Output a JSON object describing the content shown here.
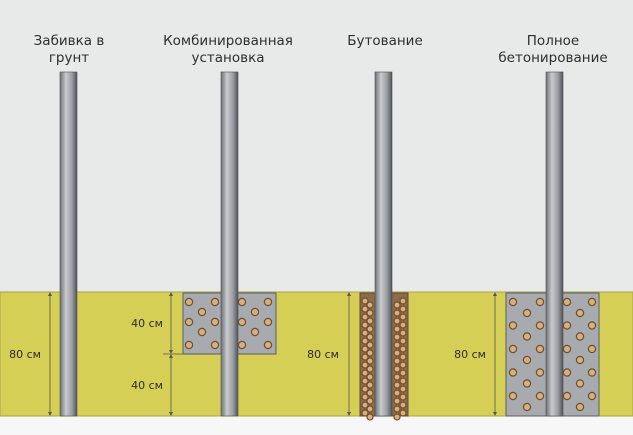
{
  "methods": [
    {
      "title_lines": [
        "Забивка в",
        "грунт"
      ],
      "depth_label": "80 см"
    },
    {
      "title_lines": [
        "Комбинированная",
        "установка"
      ],
      "upper_label": "40 см",
      "lower_label": "40 см"
    },
    {
      "title_lines": [
        "Бутование"
      ],
      "depth_label": "80 см"
    },
    {
      "title_lines": [
        "Полное",
        "бетонирование"
      ],
      "depth_label": "80 см"
    }
  ],
  "colors": {
    "background": "#e8e9e9",
    "ground": "#d5cf55",
    "concrete": "#a7abb0",
    "rubble": "#8c6a4a",
    "stone": "#d8b07a"
  }
}
